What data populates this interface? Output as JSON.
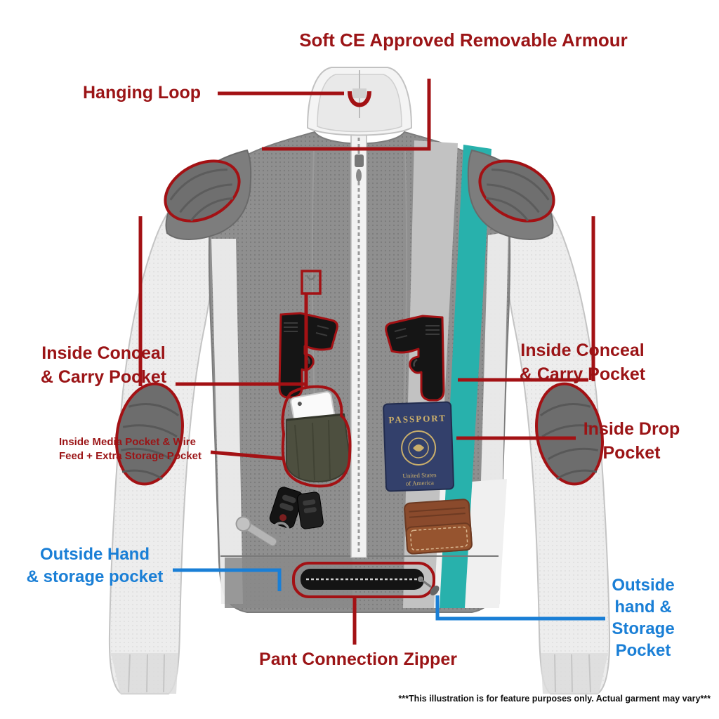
{
  "colors": {
    "label_red": "#9b1416",
    "label_blue": "#1a7fd6",
    "line_red": "#a31114",
    "line_blue": "#1a7fd6",
    "teal": "#28b1ac",
    "passport_navy": "#33406b",
    "wallet_brown": "#8a4a2c"
  },
  "callouts": {
    "armour": "Soft CE Approved Removable Armour",
    "hanging_loop": "Hanging Loop",
    "inside_conceal_left": {
      "line1": "Inside Conceal",
      "line2": "& Carry Pocket"
    },
    "inside_conceal_right": {
      "line1": "Inside Conceal",
      "line2": "& Carry Pocket"
    },
    "inside_media": {
      "line1": "Inside Media Pocket & Wire",
      "line2": "Feed + Extra Storage Pocket"
    },
    "inside_drop": {
      "line1": "Inside Drop",
      "line2": "Pocket"
    },
    "outside_left": {
      "line1": "Outside Hand",
      "line2": "& storage pocket"
    },
    "outside_right": {
      "line1": "Outside",
      "line2": "hand &",
      "line3": "Storage",
      "line4": "Pocket"
    },
    "pant_zipper": "Pant Connection Zipper"
  },
  "passport": {
    "title": "PASSPORT",
    "line1": "United States",
    "line2": "of America"
  },
  "footer": "***This illustration is for feature purposes only.  Actual garment may vary***",
  "icons": {
    "hanging_loop": "hanging-loop-icon",
    "shoulder_armour": "shoulder-armour-pad",
    "elbow_armour": "elbow-armour-pad",
    "pistols": "pistol-icon",
    "media_pouch": "media-pouch-icon",
    "phone": "phone-icon",
    "passport": "passport-icon",
    "keys": "car-keys-icon",
    "wallet": "wallet-icon",
    "pant_zipper": "pant-connection-zipper-icon"
  }
}
